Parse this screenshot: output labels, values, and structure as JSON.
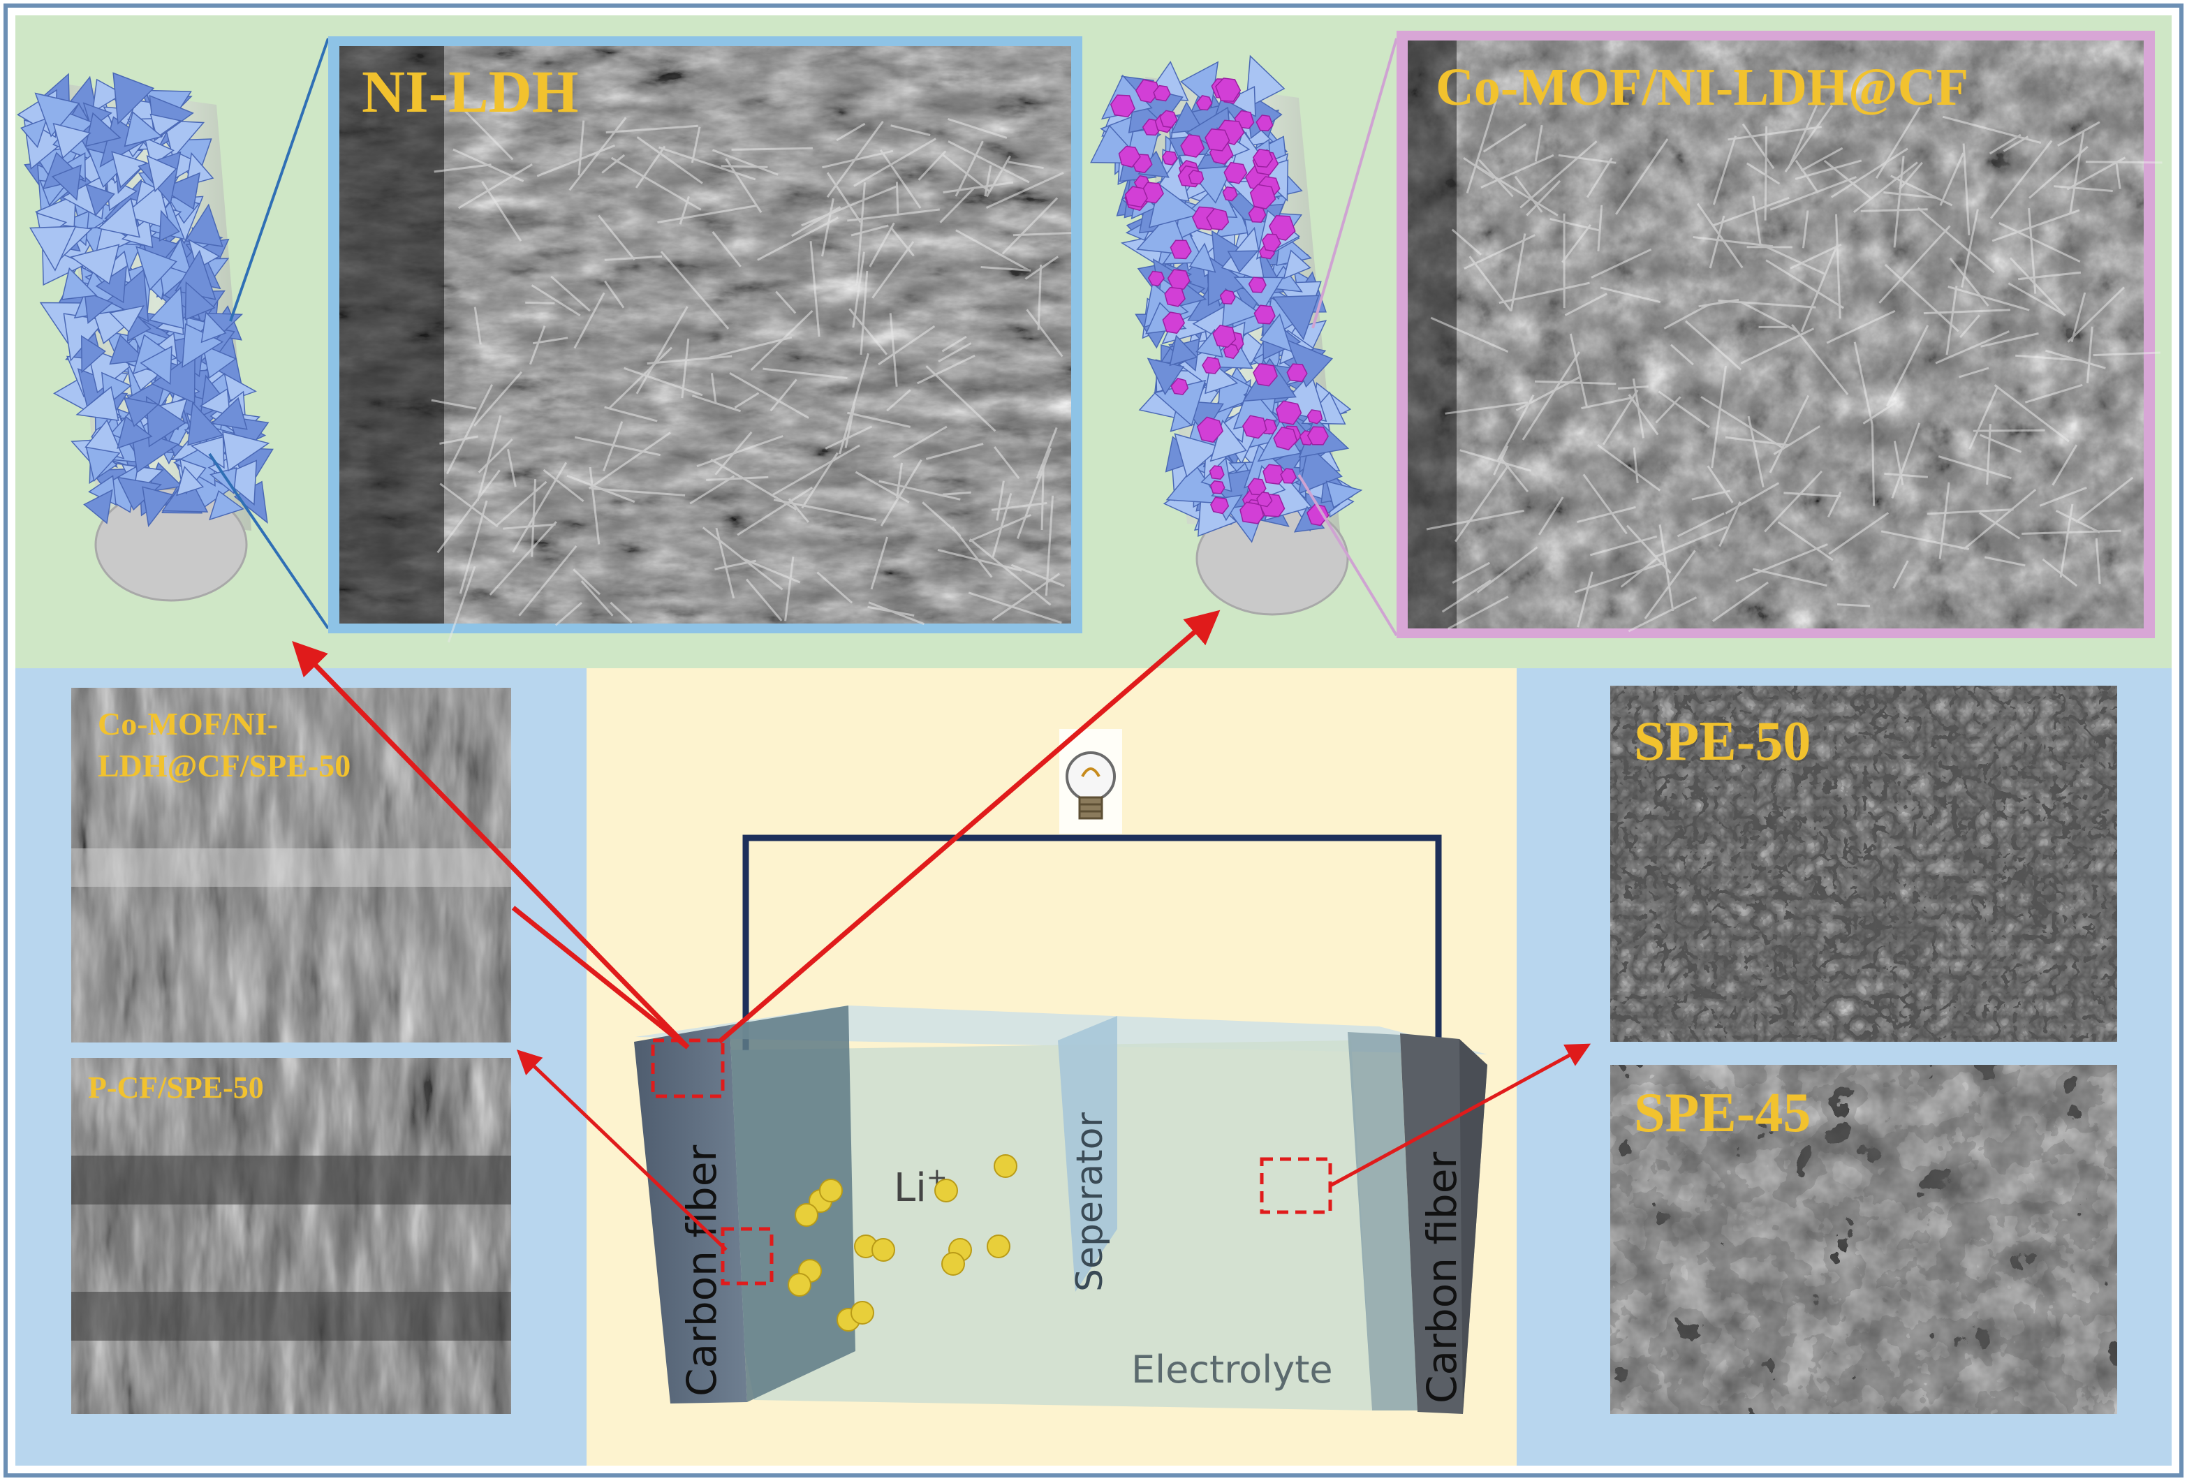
{
  "panels": {
    "ni_ldh_label": "NI-LDH",
    "co_mof_label": "Co-MOF/NI-LDH@CF",
    "co_mof_spe_label_line1": "Co-MOF/NI-",
    "co_mof_spe_label_line2": "LDH@CF/SPE-50",
    "p_cf_spe_label": "P-CF/SPE-50",
    "spe50_label": "SPE-50",
    "spe45_label": "SPE-45"
  },
  "battery": {
    "left_electrode_label": "Carbon fiber",
    "right_electrode_label": "Carbon fiber",
    "separator_label": "Seperator",
    "electrolyte_label": "Electrolyte",
    "ion_label": "Li",
    "ion_charge": "+"
  },
  "colors": {
    "top_band": "#cfe7c6",
    "side_bands": "#b8d6ee",
    "center_panel": "#fdf3cf",
    "label_gold": "#f2c22e",
    "arrow_red": "#e01b1b",
    "circuit_navy": "#1d2f5a",
    "ni_ldh_frame": "#8ec3e6",
    "co_mof_frame": "#d8a6d6",
    "ldh_blue": "#7e9ee0",
    "mof_magenta": "#d23fd6",
    "li_ion": "#e8cf3a"
  },
  "icons": [
    "lightbulb-icon"
  ]
}
